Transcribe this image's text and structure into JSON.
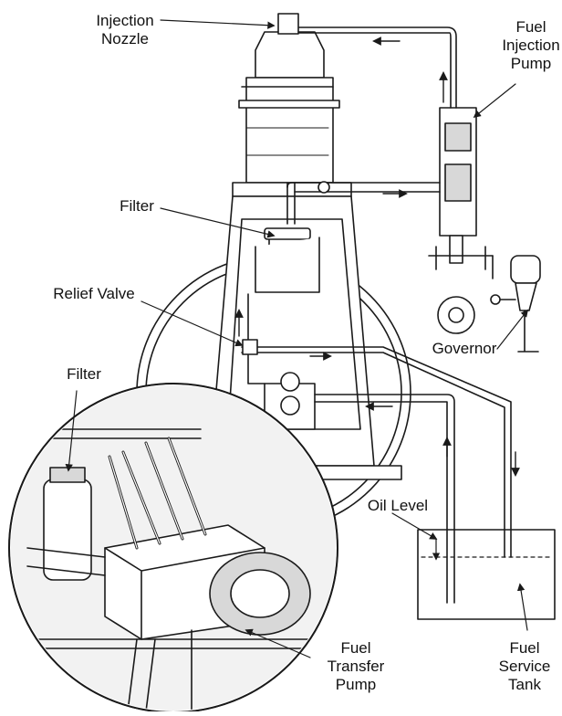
{
  "labels": {
    "injection_nozzle": [
      "Injection",
      "Nozzle"
    ],
    "fuel_injection_pump": [
      "Fuel",
      "Injection",
      "Pump"
    ],
    "filter_top": [
      "Filter"
    ],
    "relief_valve": [
      "Relief Valve"
    ],
    "governor": [
      "Governor"
    ],
    "filter_inset": [
      "Filter"
    ],
    "oil_level": [
      "Oil Level"
    ],
    "fuel_transfer_pump": [
      "Fuel",
      "Transfer",
      "Pump"
    ],
    "fuel_service_tank": [
      "Fuel",
      "Service",
      "Tank"
    ]
  },
  "colors": {
    "line": "#1a1a1a",
    "fill": "#ffffff",
    "shade": "#d8d8d8"
  }
}
